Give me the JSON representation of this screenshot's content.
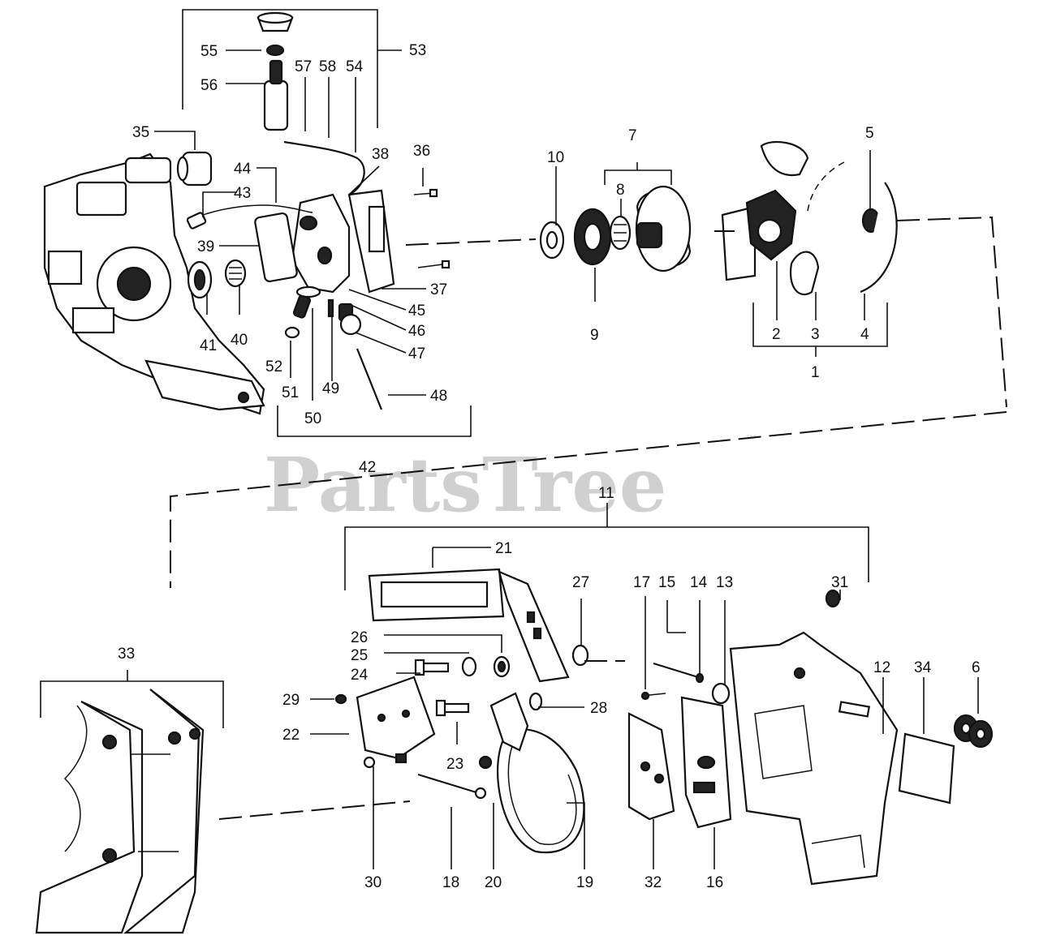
{
  "watermark": {
    "text": "PartsTree",
    "trademark": "™"
  },
  "labels": {
    "l1": "1",
    "l2": "2",
    "l3": "3",
    "l4": "4",
    "l5": "5",
    "l6": "6",
    "l7": "7",
    "l8": "8",
    "l9": "9",
    "l10": "10",
    "l11": "11",
    "l12": "12",
    "l13": "13",
    "l14": "14",
    "l15": "15",
    "l16": "16",
    "l17": "17",
    "l18": "18",
    "l19": "19",
    "l20": "20",
    "l21": "21",
    "l22": "22",
    "l23": "23",
    "l24": "24",
    "l25": "25",
    "l26": "26",
    "l27": "27",
    "l28": "28",
    "l29": "29",
    "l30": "30",
    "l31": "31",
    "l32": "32",
    "l33": "33",
    "l34": "34",
    "l35": "35",
    "l36": "36",
    "l37": "37",
    "l38": "38",
    "l39": "39",
    "l40": "40",
    "l41": "41",
    "l42": "42",
    "l43": "43",
    "l44": "44",
    "l45": "45",
    "l46": "46",
    "l47": "47",
    "l48": "48",
    "l49": "49",
    "l50": "50",
    "l51": "51",
    "l52": "52",
    "l53": "53",
    "l54": "54",
    "l55": "55",
    "l56": "56",
    "l57": "57",
    "l58": "58"
  }
}
